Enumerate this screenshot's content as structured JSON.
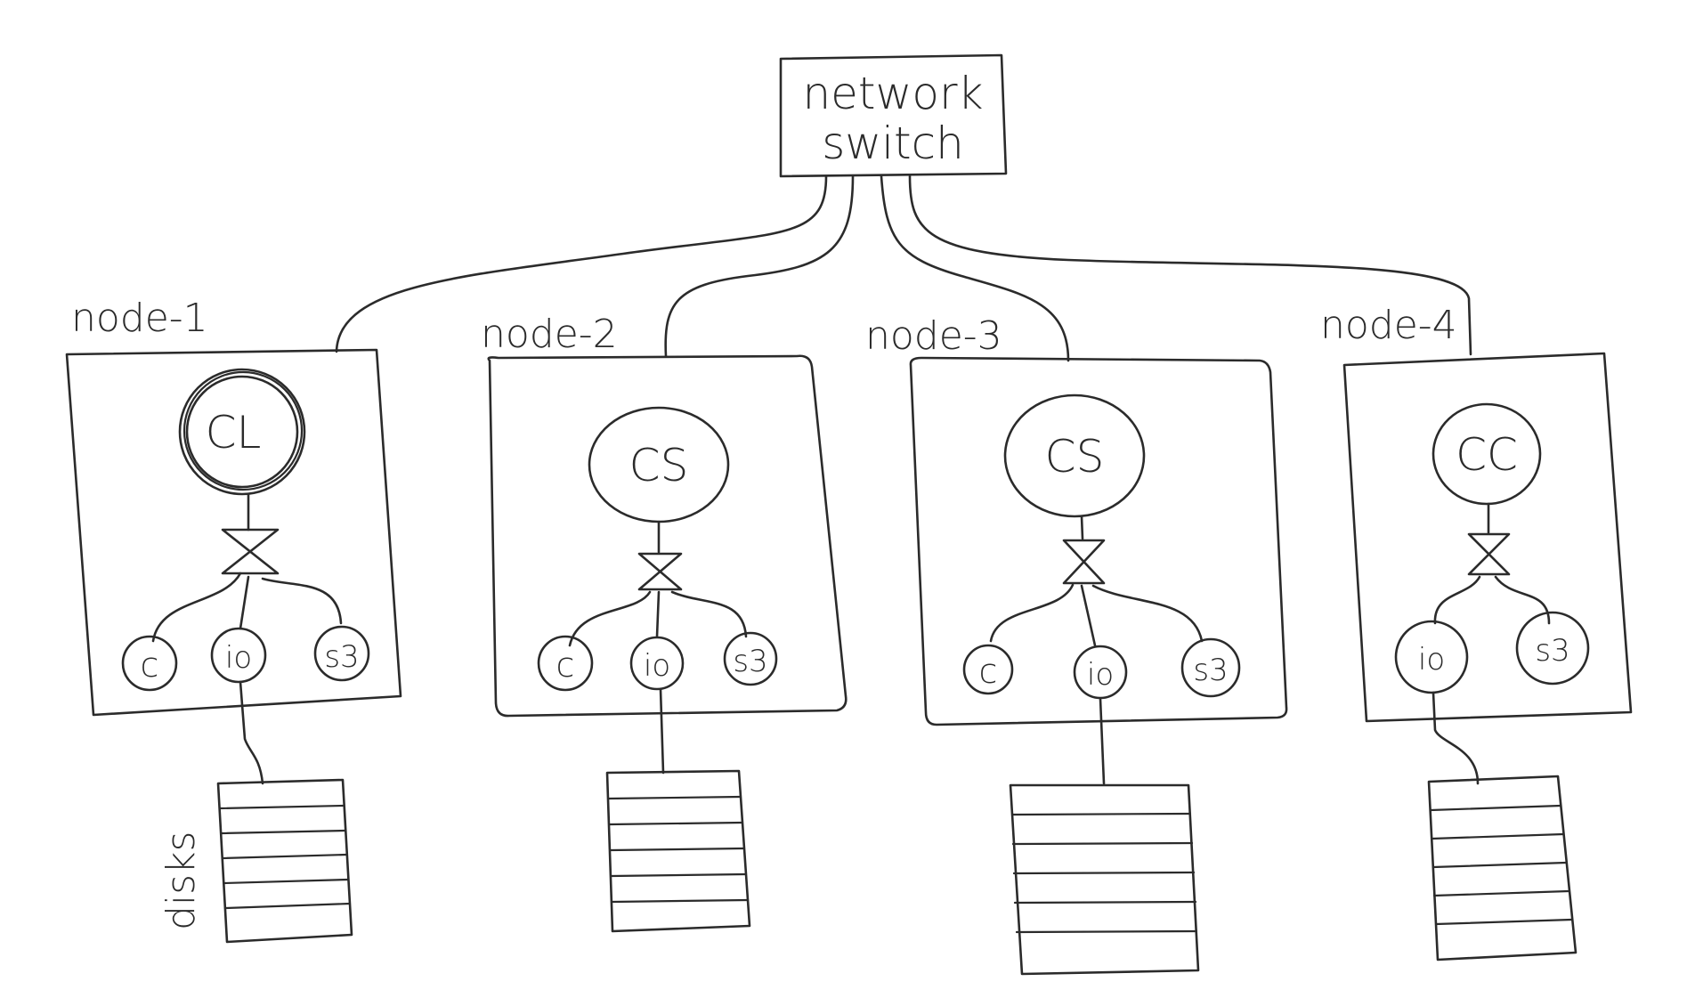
{
  "switch": {
    "line1": "network",
    "line2": "switch"
  },
  "disks_label": "disks",
  "nodes": [
    {
      "label": "node-1",
      "role": "CL",
      "services": [
        "c",
        "io",
        "s3"
      ]
    },
    {
      "label": "node-2",
      "role": "CS",
      "services": [
        "c",
        "io",
        "s3"
      ]
    },
    {
      "label": "node-3",
      "role": "CS",
      "services": [
        "c",
        "io",
        "s3"
      ]
    },
    {
      "label": "node-4",
      "role": "CC",
      "services": [
        "io",
        "s3"
      ]
    }
  ]
}
